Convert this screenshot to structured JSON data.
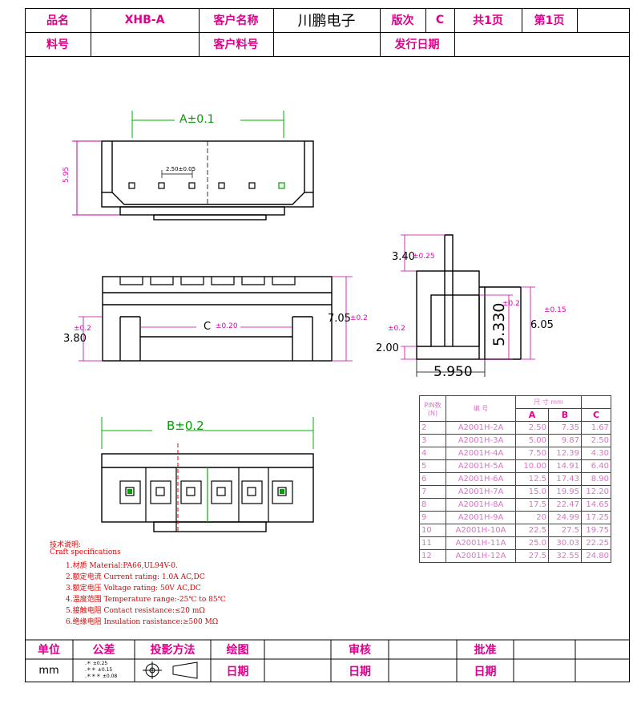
{
  "title_block": {
    "product_name_label": "品名",
    "product_name_value": "XHB-A",
    "customer_name_label": "客户名称",
    "company_name": "川鹏电子",
    "version_label": "版次",
    "version_value": "C",
    "total_pages": "共1页",
    "page_no": "第1页",
    "part_no_label": "料号",
    "customer_part_label": "客户料号",
    "release_date_label": "发行日期"
  },
  "top_view": {
    "dim_a": "A±0.1",
    "pitch": "2.50±0.05",
    "height": "5.95"
  },
  "front_view": {
    "dim_c": "C",
    "dim_c_tol": "±0.20",
    "total_height": "7.05",
    "total_height_tol": "±0.2",
    "base_height": "3.80",
    "base_height_tol": "±0.2"
  },
  "side_view": {
    "pin_length": "3.40",
    "pin_length_tol": "±0.25",
    "inner_height": "5.330",
    "inner_height_tol": "±0.2",
    "outer_height": "6.05",
    "outer_height_tol": "±0.15",
    "foot": "2.00",
    "foot_tol": "±0.2",
    "depth": "5.950"
  },
  "bottom_view": {
    "dim_b": "B±0.2"
  },
  "dimension_table": {
    "header_pins": "PIN数",
    "header_pins_sub": "(N)",
    "header_part": "编 号",
    "header_size": "尺 寸 mm",
    "col_a": "A",
    "col_b": "B",
    "col_c": "C",
    "rows": [
      {
        "n": "2",
        "part": "A2001H-2A",
        "a": "2.50",
        "b": "7.35",
        "c": "1.67"
      },
      {
        "n": "3",
        "part": "A2001H-3A",
        "a": "5.00",
        "b": "9.87",
        "c": "2.50"
      },
      {
        "n": "4",
        "part": "A2001H-4A",
        "a": "7.50",
        "b": "12.39",
        "c": "4.30"
      },
      {
        "n": "5",
        "part": "A2001H-5A",
        "a": "10.00",
        "b": "14.91",
        "c": "6.40"
      },
      {
        "n": "6",
        "part": "A2001H-6A",
        "a": "12.5",
        "b": "17.43",
        "c": "8.90"
      },
      {
        "n": "7",
        "part": "A2001H-7A",
        "a": "15.0",
        "b": "19.95",
        "c": "12.20"
      },
      {
        "n": "8",
        "part": "A2001H-8A",
        "a": "17.5",
        "b": "22.47",
        "c": "14.65"
      },
      {
        "n": "9",
        "part": "A2001H-9A",
        "a": "20",
        "b": "24.99",
        "c": "17.25"
      },
      {
        "n": "10",
        "part": "A2001H-10A",
        "a": "22.5",
        "b": "27.5",
        "c": "19.75"
      },
      {
        "n": "11",
        "part": "A2001H-11A",
        "a": "25.0",
        "b": "30.03",
        "c": "22.25"
      },
      {
        "n": "12",
        "part": "A2001H-12A",
        "a": "27.5",
        "b": "32.55",
        "c": "24.80"
      }
    ]
  },
  "specs": {
    "title_cn": "技术说明:",
    "title_en": "Craft specifications",
    "items": [
      "1.材质 Material:PA66,UL94V-0.",
      "2.额定电流 Current rating: 1.0A AC,DC",
      "3.额定电压 Voltage rating: 50V AC,DC",
      "4.温度范围 Temperature range:-25℃ to 85℃",
      "5.接触电阻 Contact resistance:≤20 mΩ",
      "6.绝缘电阻 Insulation rasistance:≥500 MΩ"
    ]
  },
  "footer": {
    "unit_label": "单位",
    "unit_value": "mm",
    "tolerance_label": "公差",
    "tol_1": ".＊ ±0.25",
    "tol_2": ".＊＊ ±0.15",
    "tol_3": ".＊＊＊ ±0.08",
    "projection_label": "投影方法",
    "drawn_label": "绘图",
    "date_label_1": "日期",
    "review_label": "审核",
    "date_label_2": "日期",
    "approve_label": "批准",
    "date_label_3": "日期"
  }
}
